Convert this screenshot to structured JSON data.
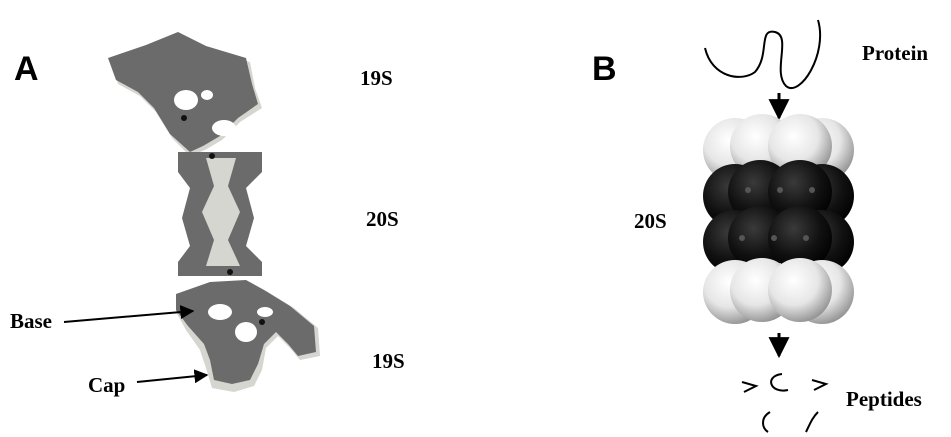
{
  "panel_a": {
    "letter": "A",
    "label_top": "19S",
    "label_middle": "20S",
    "label_bottom": "19S",
    "base_label": "Base",
    "cap_label": "Cap"
  },
  "panel_b": {
    "letter": "B",
    "protein_label": "Protein",
    "core_label": "20S",
    "peptides_label": "Peptides"
  },
  "colors": {
    "density_gray": "#6b6b6b",
    "light_halo": "#d4d6cf",
    "dark_sphere": "#0d0d0d",
    "light_sphere": "#eeeeee"
  }
}
